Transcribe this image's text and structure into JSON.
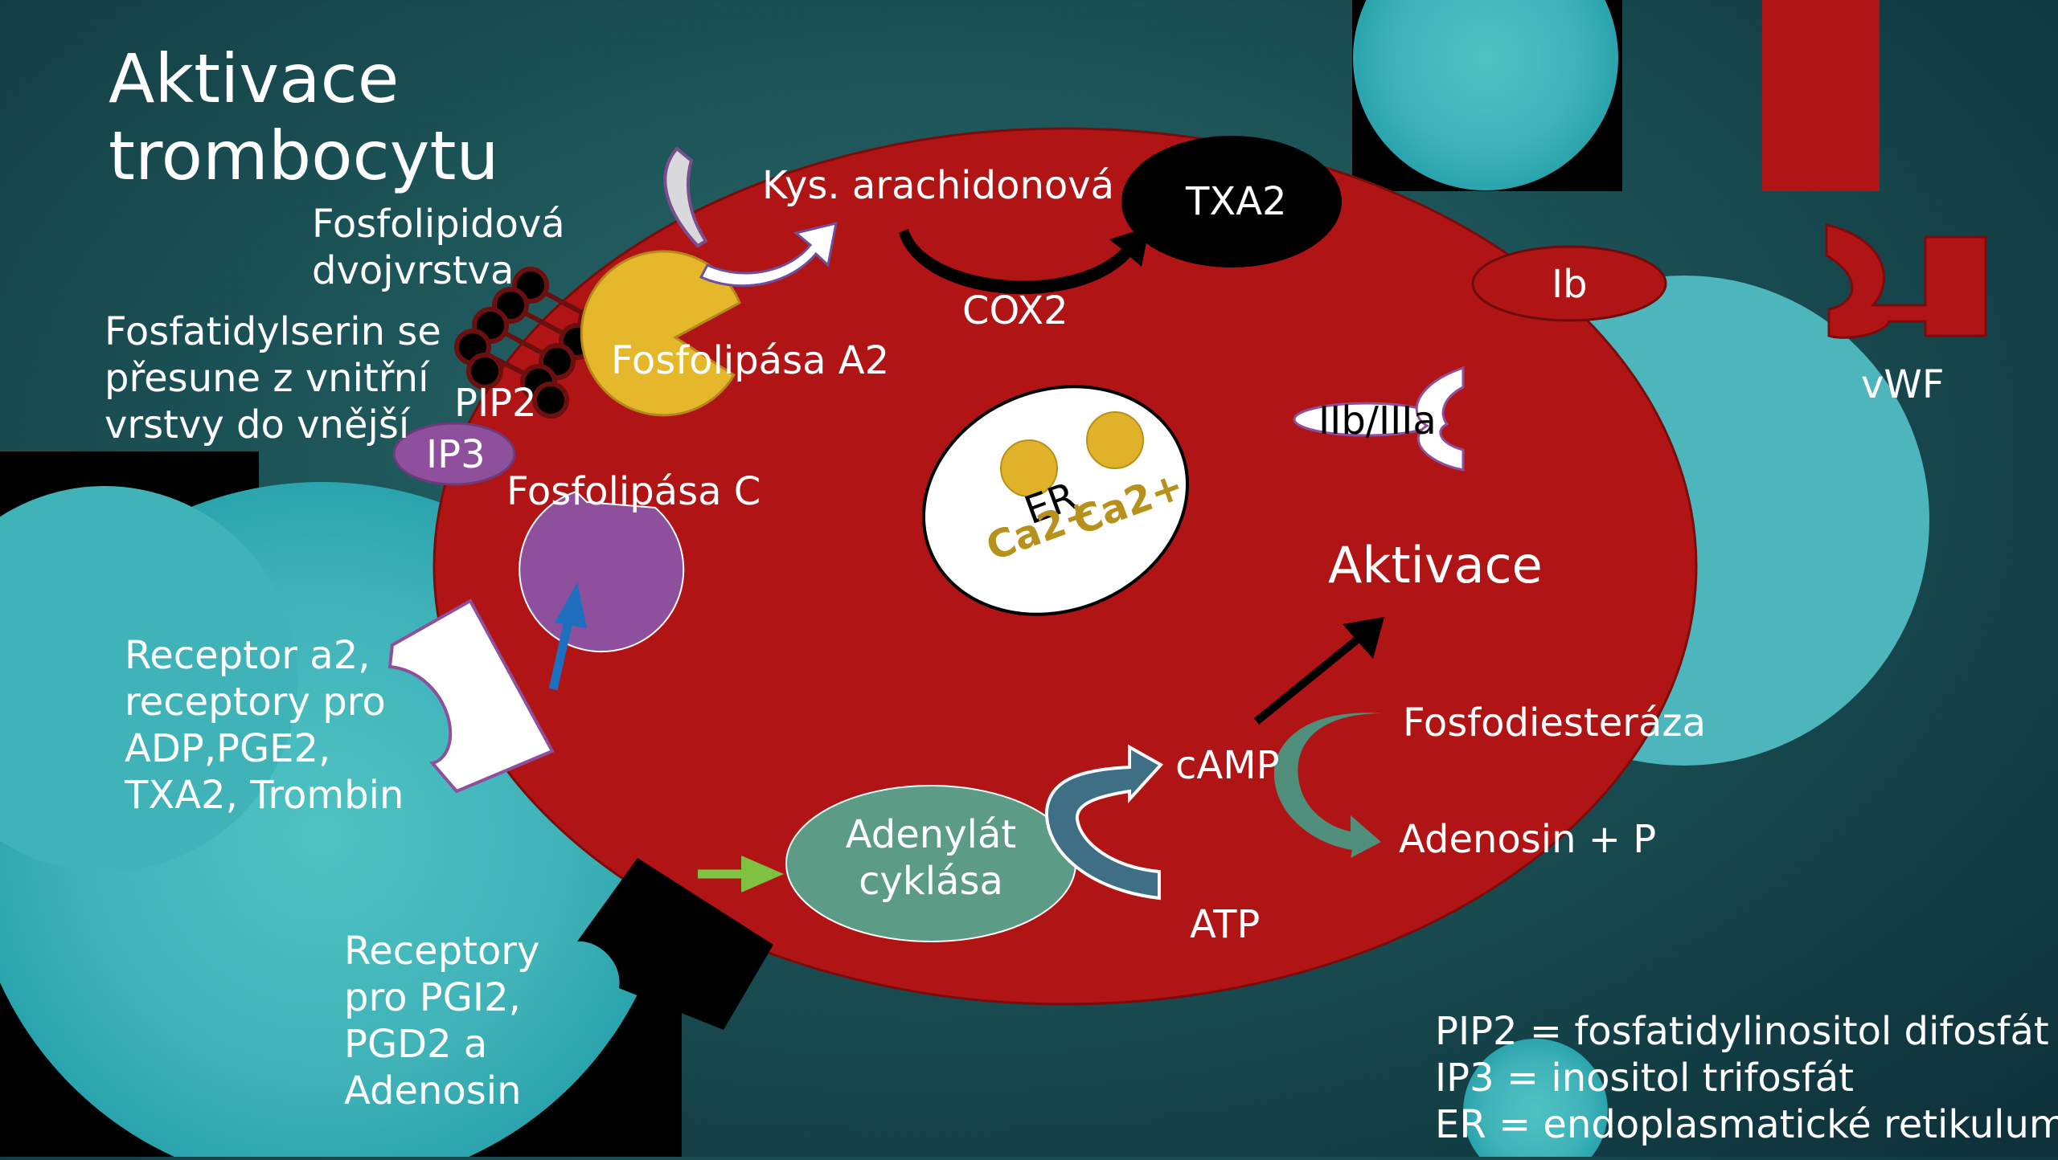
{
  "title": {
    "line1": "Aktivace",
    "line2": "trombocytu"
  },
  "labels": {
    "phospholipid_bilayer": [
      "Fosfolipidová",
      "dvojvrstva"
    ],
    "phosphatidylserine": [
      "Fosfatidylserin se",
      "přesune z vnitřní",
      "vrstvy do vnější"
    ],
    "pip2": "PIP2",
    "ip3": "IP3",
    "phospholipase_c": "Fosfolipása C",
    "phospholipase_a2": "Fosfolipása A2",
    "arachidonic_acid": "Kys. arachidonová",
    "txa2": "TXA2",
    "cox2": "COX2",
    "ib": "Ib",
    "vwf": "vWF",
    "iib_iiia": "IIb/IIIa",
    "er": "ER",
    "ca_1": "Ca2+",
    "ca_2": "Ca2+",
    "activation": "Aktivace",
    "receptors_a2": [
      "Receptor a2,",
      "receptory pro",
      "ADP,PGE2,",
      "TXA2, Trombin"
    ],
    "receptors_pgi2": [
      "Receptory",
      "pro PGI2,",
      "PGD2 a",
      "Adenosin"
    ],
    "adenylate_cyclase": [
      "Adenylát",
      "cyklása"
    ],
    "camp": "cAMP",
    "atp": "ATP",
    "phosphodiesterase": "Fosfodiesteráza",
    "adenosine_p": "Adenosin + P"
  },
  "legend": [
    "PIP2 = fosfatidylinositol difosfát",
    "IP3 = inositol trifosfát",
    "ER = endoplasmatické retikulum"
  ],
  "colors": {
    "cell": "#b01414",
    "vwf": "#b01414",
    "endothelium": "#4db6bd",
    "phospholipase_a2": "#e5b72b",
    "phospholipase_c": "#8e4f9c",
    "ip3": "#8e4f9c",
    "adenylate_cyclase": "#5c9c86",
    "camp_arrow": "#3f6f85",
    "pde_arrow": "#4f8f7b",
    "calcium": "#e0b22a",
    "ca_text": "#b8901c",
    "green_arrow": "#7fc241",
    "blue_arrow": "#1f6fbf"
  }
}
